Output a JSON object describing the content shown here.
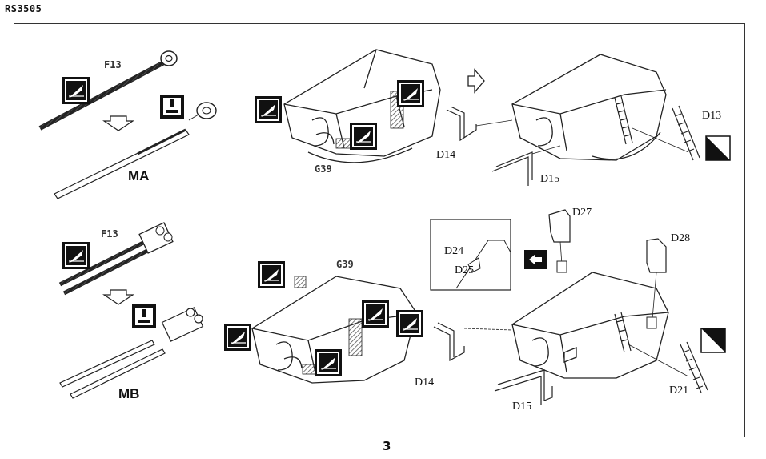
{
  "header_code": "RS3505",
  "page_number": "3",
  "steps": {
    "ma": {
      "part_f13": "F13",
      "assembly_label": "MA",
      "part_g39": "G39",
      "part_d14": "D14",
      "part_d15": "D15",
      "part_d13": "D13"
    },
    "mb": {
      "part_f13": "F13",
      "assembly_label": "MB",
      "part_g39": "G39",
      "part_d14": "D14",
      "part_d15": "D15",
      "part_d21": "D21",
      "part_d27": "D27",
      "part_d28": "D28",
      "inset_d24": "D24",
      "inset_d25": "D25"
    }
  },
  "icons": [
    "cement-icon",
    "drill-icon",
    "next-step-arrow-icon",
    "view-direction-icon",
    "half-fill-square-icon"
  ]
}
